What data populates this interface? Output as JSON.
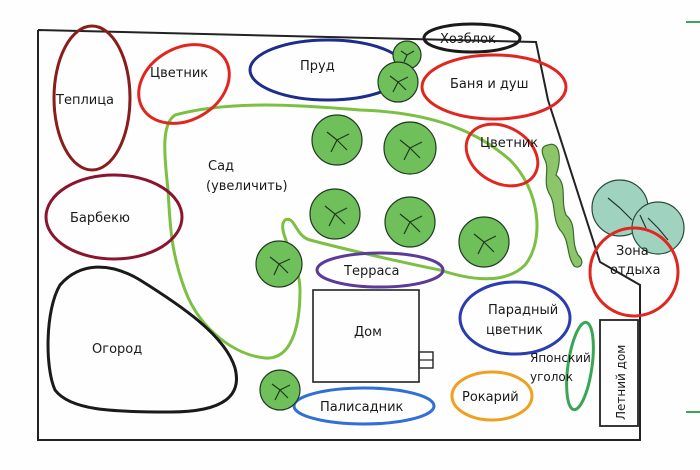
{
  "labels": {
    "greenhouse": "Теплица",
    "flowerbed_left": "Цветник",
    "pond": "Пруд",
    "shed": "Хозблок",
    "bathhouse": "Баня и душ",
    "flowerbed_right": "Цветник",
    "garden_line1": "Сад",
    "garden_line2": "(увеличить)",
    "barbecue": "Барбекю",
    "terrace": "Терраса",
    "house": "Дом",
    "vegetable_garden": "Огород",
    "front_garden": "Палисадник",
    "front_flowerbed_line1": "Парадный",
    "front_flowerbed_line2": "цветник",
    "japanese_corner_line1": "Японский",
    "japanese_corner_line2": "уголок",
    "rockery": "Рокарий",
    "summer_house": "Летний дом",
    "rest_area_line1": "Зона",
    "rest_area_line2": "отдыха"
  },
  "colors": {
    "outline": "#222222",
    "greenhouse": "#8a1c1c",
    "flowerbed": "#e0261f",
    "pond": "#1e2d8a",
    "shed": "#1a1a1a",
    "bathhouse": "#e0261f",
    "garden": "#7bc043",
    "barbecue": "#8a1530",
    "terrace": "#5b3a9a",
    "vegetable_garden": "#1a1a1a",
    "front_garden": "#2f6fd6",
    "front_flowerbed": "#2a3cb0",
    "japanese_corner": "#3aa655",
    "rockery": "#f0a020",
    "rest_area": "#e0261f",
    "tree_fill": "#6fbf5a",
    "hedge": "#8cc56a",
    "rest_trees": "#9fd3c0"
  }
}
